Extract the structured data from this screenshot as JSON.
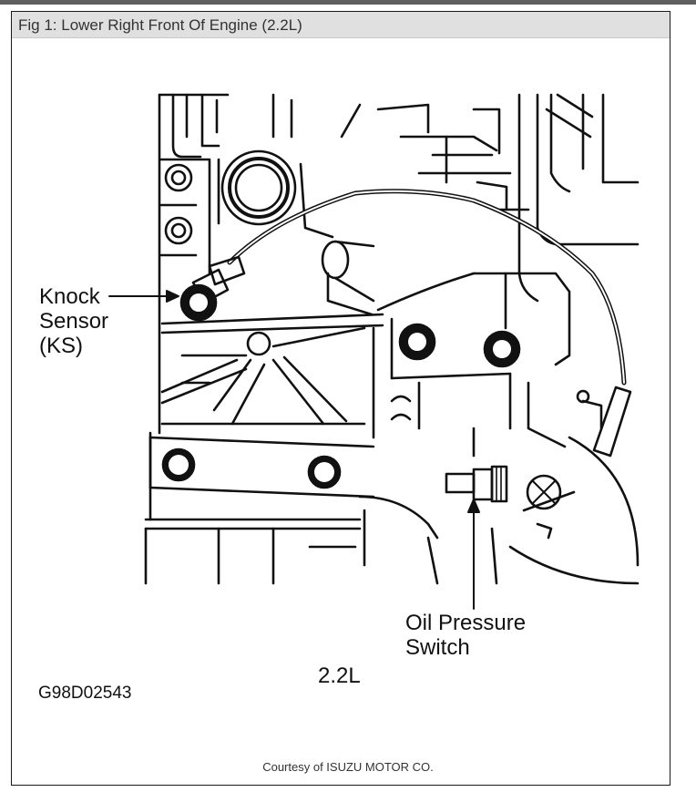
{
  "figure": {
    "title": "Fig 1: Lower Right Front Of Engine (2.2L)",
    "labels": {
      "knock_sensor": [
        "Knock",
        "Sensor",
        "(KS)"
      ],
      "oil_pressure_switch": [
        "Oil Pressure",
        "Switch"
      ],
      "engine": "2.2L",
      "image_code": "G98D02543"
    },
    "credit": "Courtesy of ISUZU MOTOR CO."
  }
}
